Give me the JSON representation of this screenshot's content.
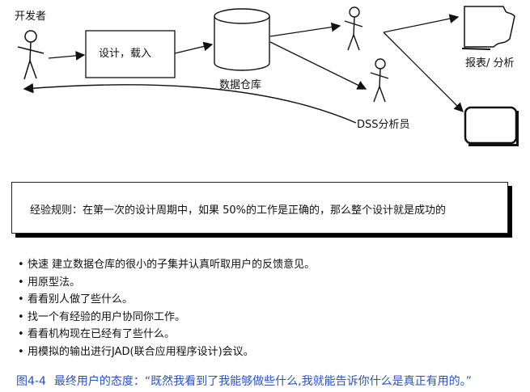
{
  "diagram": {
    "developer_label": "开发者",
    "design_box_label": "设计，载入",
    "warehouse_label": "数据仓库",
    "report_label": "报表/ 分析",
    "dss_label": "DSS分析员"
  },
  "rule": {
    "text": "经验规则：在第一次的设计周期中，如果 50%的工作是正确的，那么整个设计就是成功的"
  },
  "tips": [
    "快速 建立数据仓库的很小的子集并认真听取用户的反馈意见。",
    "用原型法。",
    "看看别人做了些什么。",
    "找一个有经验的用户协同你工作。",
    "看看机构现在已经有了些什么。",
    "用模拟的输出进行JAD(联合应用程序设计)会议。"
  ],
  "tip_bullet": "•",
  "caption": {
    "number": "图4-4",
    "text": "最终用户的态度：“既然我看到了我能够做些什么,我就能告诉你什么是真正有用的。”"
  }
}
